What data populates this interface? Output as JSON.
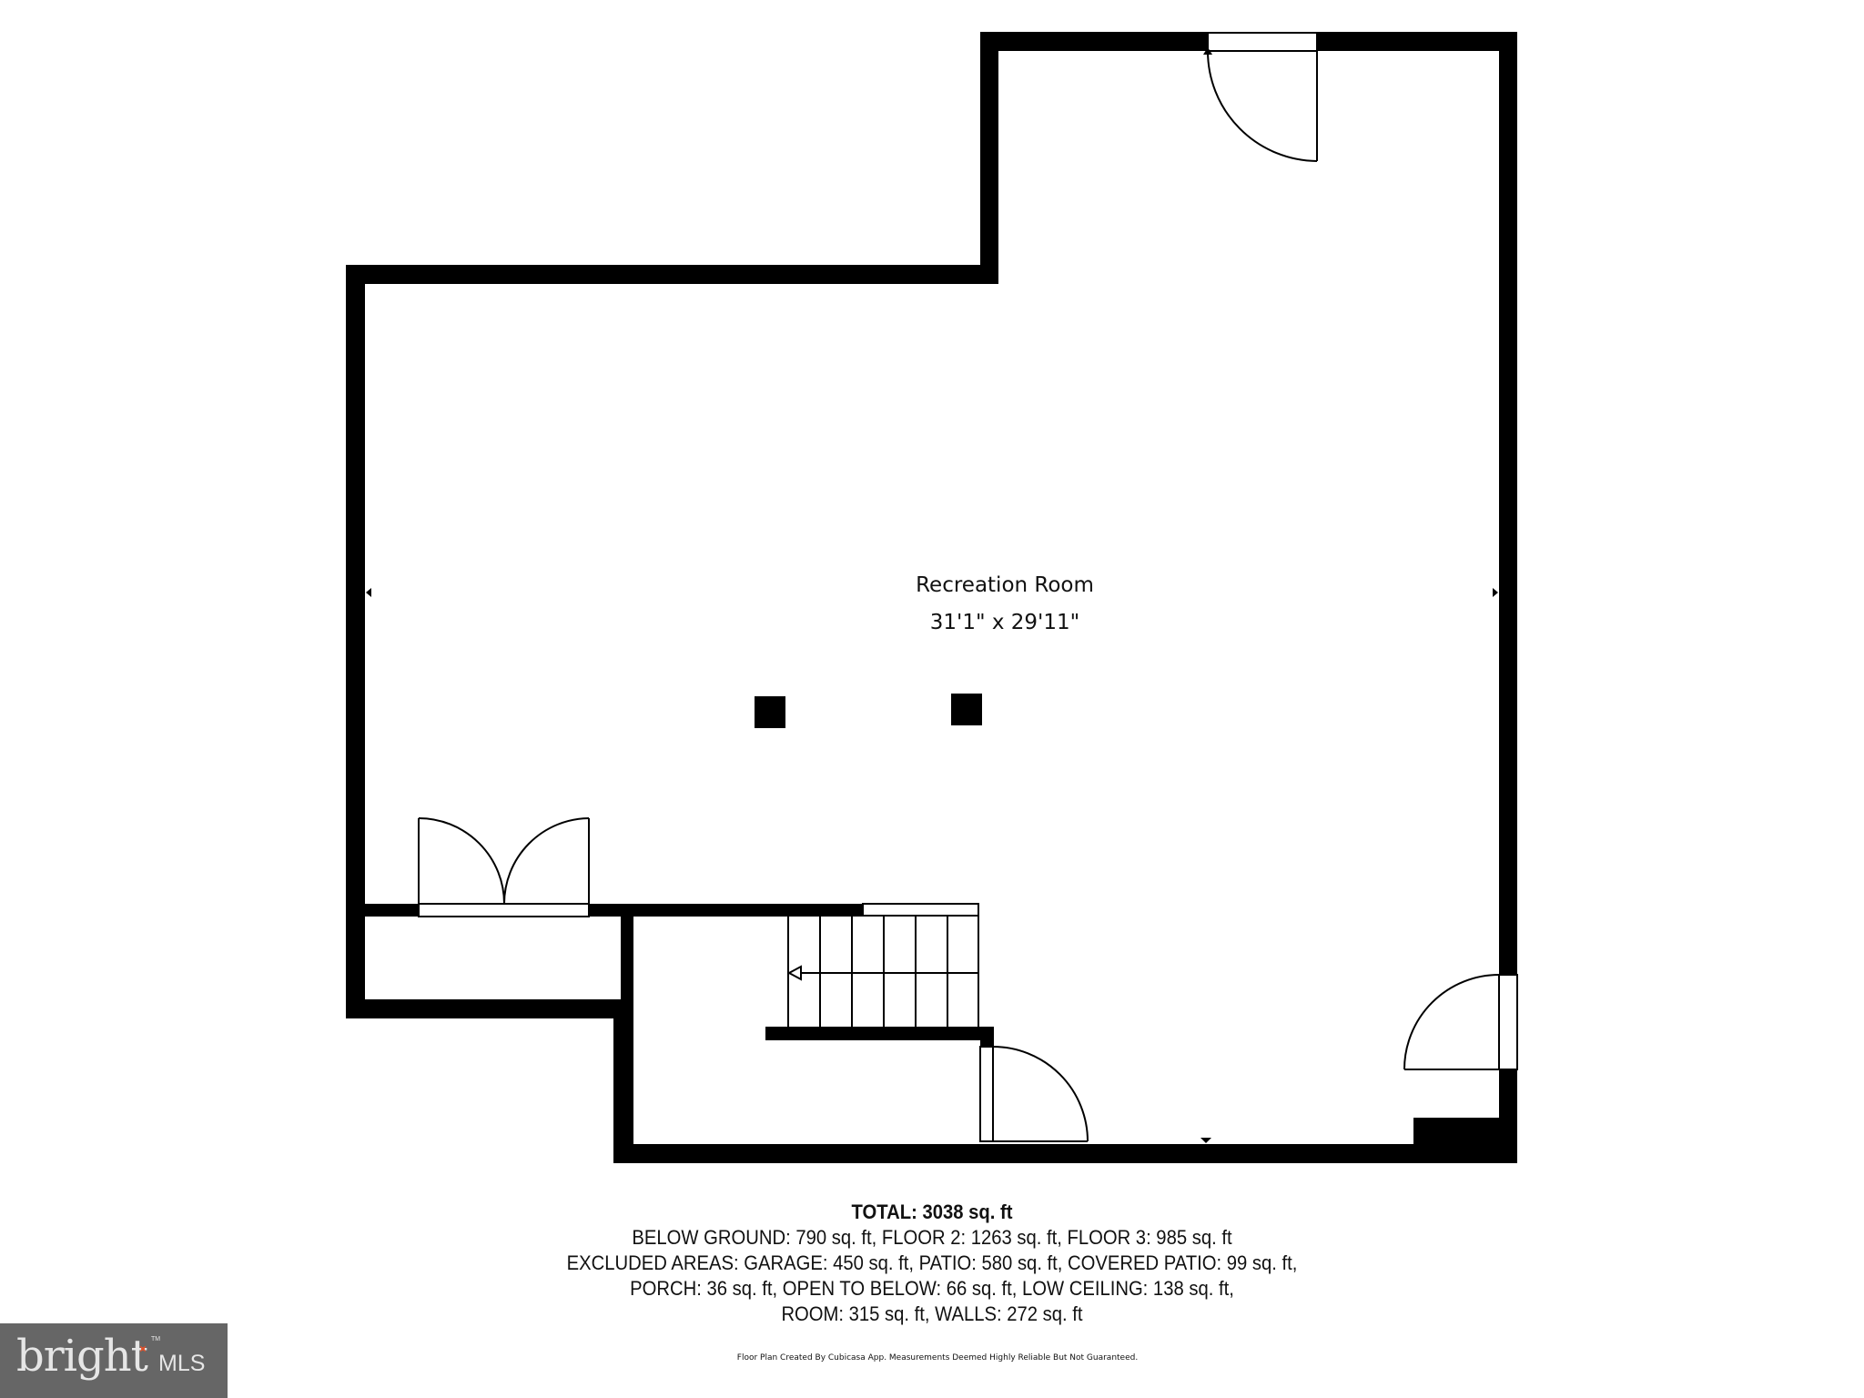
{
  "floor_plan": {
    "rooms": [
      {
        "name": "Recreation Room",
        "dimensions": "31'1\" x 29'11\""
      }
    ],
    "features": {
      "columns": 2,
      "doors": [
        "top-door",
        "closet-double-door",
        "stair-door",
        "right-door"
      ],
      "stairs": {
        "treads": 6,
        "direction": "left"
      }
    }
  },
  "summary": {
    "total": "TOTAL: 3038 sq. ft",
    "lines": [
      "BELOW GROUND: 790 sq. ft, FLOOR 2: 1263 sq. ft, FLOOR 3: 985 sq. ft",
      "EXCLUDED AREAS: GARAGE: 450 sq. ft, PATIO: 580 sq. ft, COVERED PATIO: 99 sq. ft,",
      "PORCH: 36 sq. ft, OPEN TO BELOW: 66 sq. ft, LOW CEILING: 138 sq. ft,",
      "ROOM: 315 sq. ft, WALLS: 272 sq. ft"
    ]
  },
  "disclaimer": "Floor Plan Created By Cubicasa App. Measurements Deemed Highly Reliable But Not Guaranteed.",
  "logo": {
    "word": "bright",
    "suffix": "MLS",
    "tm": "TM",
    "background": "#666666",
    "accent": "#e0512a"
  }
}
